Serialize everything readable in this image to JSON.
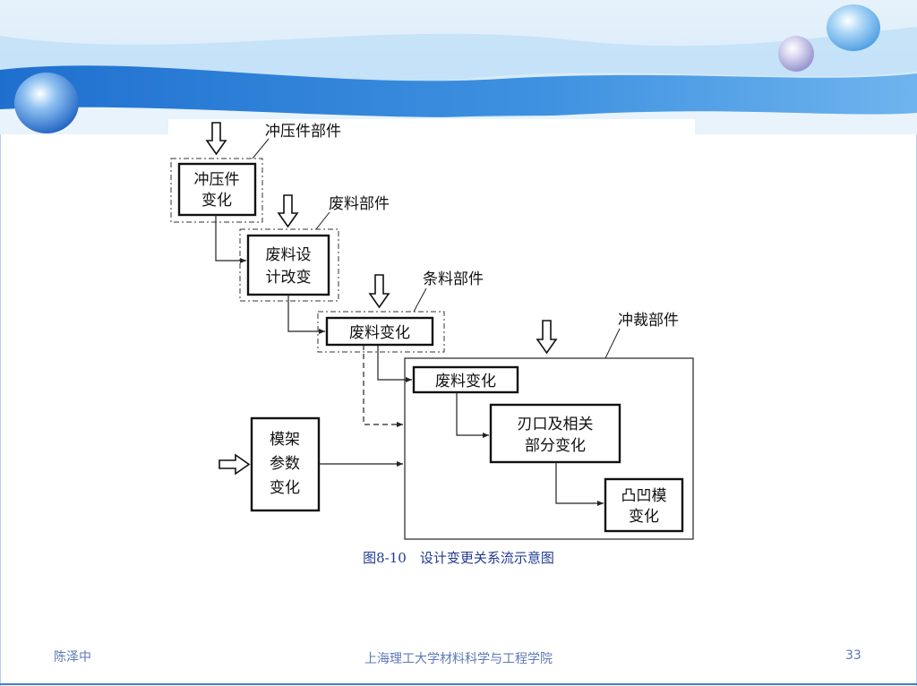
{
  "slide": {
    "caption": "图8-10　设计变更关系流示意图",
    "footer_left": "陈泽中",
    "footer_center": "上海理工大学材料科学与工程学院",
    "page_number": "33"
  },
  "diagram": {
    "labels": {
      "stamping_part": "冲压件部件",
      "scrap_part": "废料部件",
      "strip_part": "条料部件",
      "blanking_part": "冲裁部件"
    },
    "boxes": {
      "stamping_change": [
        "冲压件",
        "变化"
      ],
      "scrap_design_change": [
        "废料设",
        "计改变"
      ],
      "scrap_change_strip": "废料变化",
      "scrap_change_blanking": "废料变化",
      "edge_change": [
        "刃口及相关",
        "部分变化"
      ],
      "punch_die_change": [
        "凸凹模",
        "变化"
      ],
      "die_set_change": [
        "模架",
        "参数",
        "变化"
      ]
    }
  },
  "colors": {
    "accent_blue": "#2f7fd3",
    "band_light": "#cfe6f7",
    "text_blue": "#1f3a93",
    "footer_text": "#5b79b8"
  }
}
